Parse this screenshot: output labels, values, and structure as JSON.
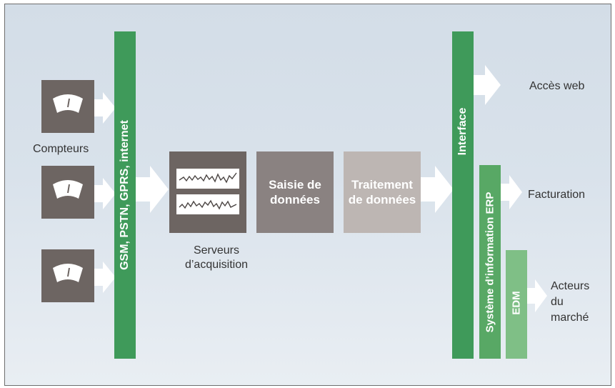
{
  "meters": {
    "label": "Compteurs",
    "items": [
      {
        "id": "meter-1"
      },
      {
        "id": "meter-2"
      },
      {
        "id": "meter-3"
      }
    ]
  },
  "network": {
    "label": "GSM, PSTN, GPRS, internet"
  },
  "servers": {
    "label": "Serveurs d’acquisition"
  },
  "data_entry": {
    "label": "Saisie de données"
  },
  "data_processing": {
    "label": "Traitement de données"
  },
  "interface": {
    "label": "Interface"
  },
  "erp": {
    "label": "Système d’information ERP"
  },
  "edm": {
    "label": "EDM"
  },
  "outputs": {
    "web_access": "Accès web",
    "billing": "Facturation",
    "market_actors": "Acteurs du marché"
  },
  "colors": {
    "meter_box": "#6d6562",
    "network_bar": "#3f9a5a",
    "interface_bar": "#3f9a5a",
    "erp_bar": "#58a865",
    "edm_bar": "#7fbf86",
    "data_entry_box": "#8a8281",
    "data_processing_box": "#bdb6b3",
    "arrow": "#ffffff"
  },
  "icons": {
    "meter": "gauge-icon",
    "signal": "waveform-icon",
    "arrow": "right-arrow-icon"
  }
}
